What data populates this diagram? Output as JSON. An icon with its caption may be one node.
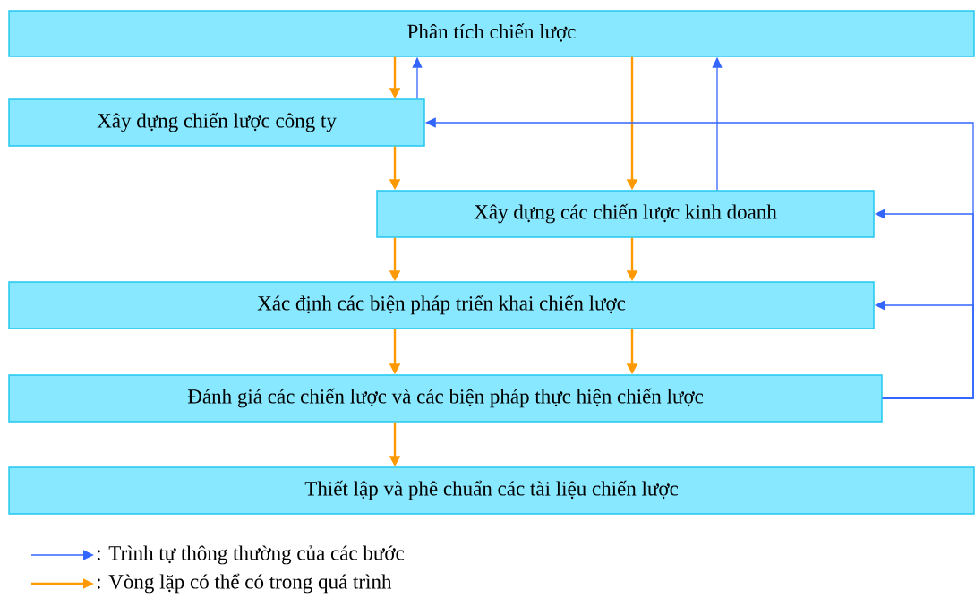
{
  "diagram": {
    "nodes": [
      {
        "text": [
          "Phân tích chiến lược"
        ]
      },
      {
        "text": [
          "Xây dựng chiến lược công ty"
        ]
      },
      {
        "text": [
          "Xây dựng các chiến lược kinh doanh"
        ]
      },
      {
        "text": [
          "Xác định các biện pháp triển khai chiến lược"
        ]
      },
      {
        "text": [
          "Đánh giá các chiến lược và các biện pháp thực hiện chiến lược"
        ]
      },
      {
        "text": [
          "Thiết lập và phê chuẩn các tài liệu chiến lược"
        ]
      }
    ],
    "edges": [
      {
        "from": 0,
        "to": 1,
        "arrow": "to"
      },
      {
        "from": 1,
        "to": 0,
        "arrow": "to",
        "color": "#3366ff"
      },
      {
        "from": 0,
        "to": 2,
        "arrow": "to"
      },
      {
        "from": 2,
        "to": 0,
        "arrow": "to",
        "color": "#3366ff"
      },
      {
        "from": 4,
        "to": 1,
        "arrow": "to",
        "color": "#3366ff"
      },
      {
        "from": 1,
        "to": 2,
        "arrow": "to"
      },
      {
        "from": 4,
        "to": 2,
        "arrow": "to",
        "color": "#3366ff"
      },
      {
        "from": 2,
        "to": 3,
        "arrow": "to"
      },
      {
        "from": 2,
        "to": 3,
        "arrow": "to"
      },
      {
        "from": 4,
        "to": 3,
        "arrow": "to",
        "color": "#3366ff"
      },
      {
        "from": 3,
        "to": 4,
        "arrow": "to"
      },
      {
        "from": 3,
        "to": 4,
        "arrow": "to"
      },
      {
        "from": 4,
        "to": 5,
        "arrow": "to"
      }
    ],
    "legend": [
      {
        "text": ": Trình tự thông thường của các bước"
      },
      {
        "text": ": Vòng lặp có thể có trong quá trình"
      }
    ]
  }
}
